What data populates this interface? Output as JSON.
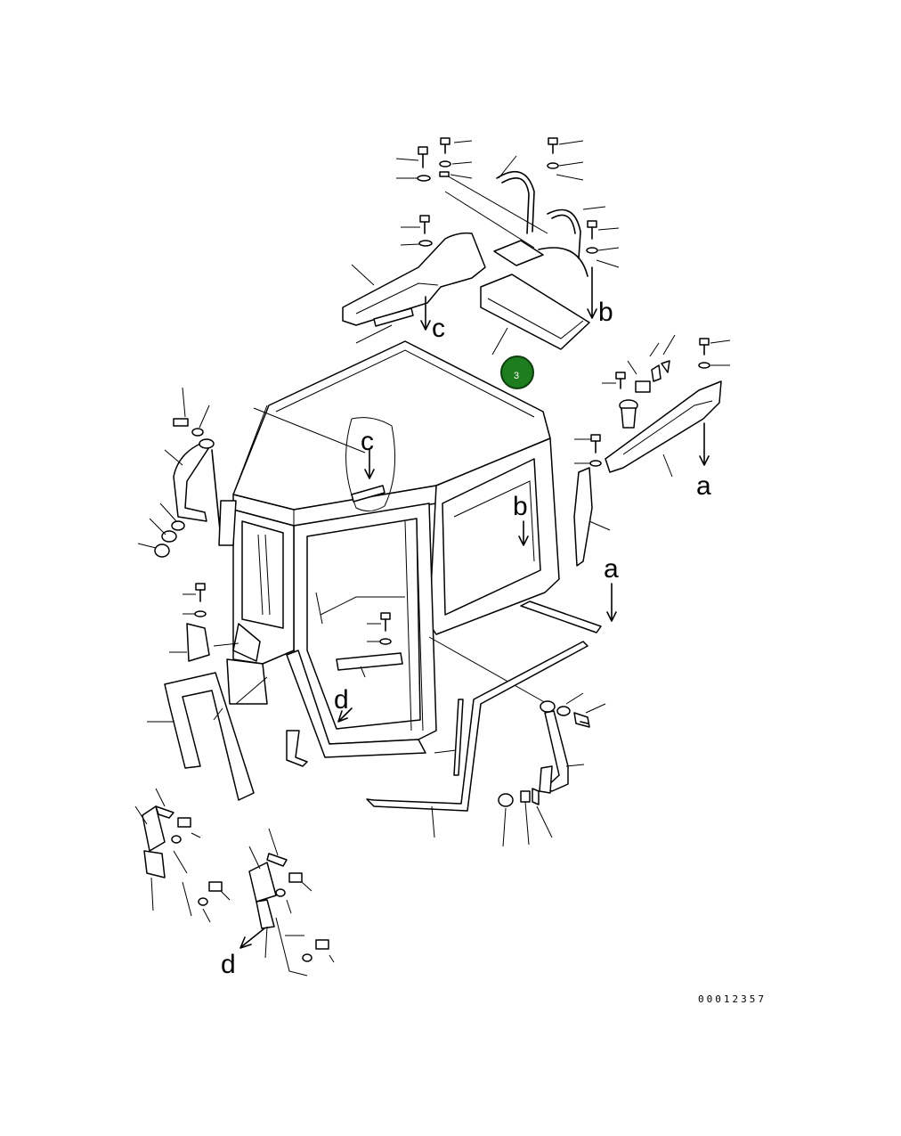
{
  "drawing": {
    "callout_badge": {
      "text": "3",
      "color": "#1e7d1e"
    },
    "ref_labels": [
      "c",
      "b",
      "a",
      "c",
      "b",
      "a",
      "d",
      "d"
    ],
    "drawing_code": "00012357"
  }
}
